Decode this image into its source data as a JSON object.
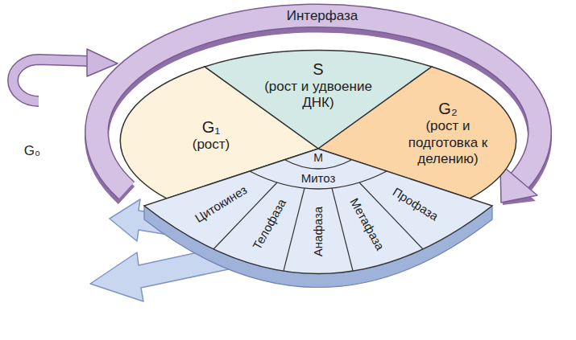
{
  "diagram": {
    "nodes": [
      {
        "text": [
          "Интерфаза"
        ]
      },
      {
        "text": [
          "S",
          "(рост и удвоение ДНК)"
        ]
      },
      {
        "text": [
          "G₁",
          "(рост)"
        ]
      },
      {
        "text": [
          "G₂",
          "(рост и подготовка к делению)"
        ]
      },
      {
        "text": [
          "M",
          "Митоз"
        ]
      },
      {
        "text": [
          "Цитокинез"
        ],
        "in": 4
      },
      {
        "text": [
          "Телофаза"
        ],
        "in": 4
      },
      {
        "text": [
          "Анафаза"
        ],
        "in": 4
      },
      {
        "text": [
          "Метафаза"
        ],
        "in": 4
      },
      {
        "text": [
          "Профаза"
        ],
        "in": 4
      }
    ],
    "labels": [
      "G₀"
    ]
  }
}
